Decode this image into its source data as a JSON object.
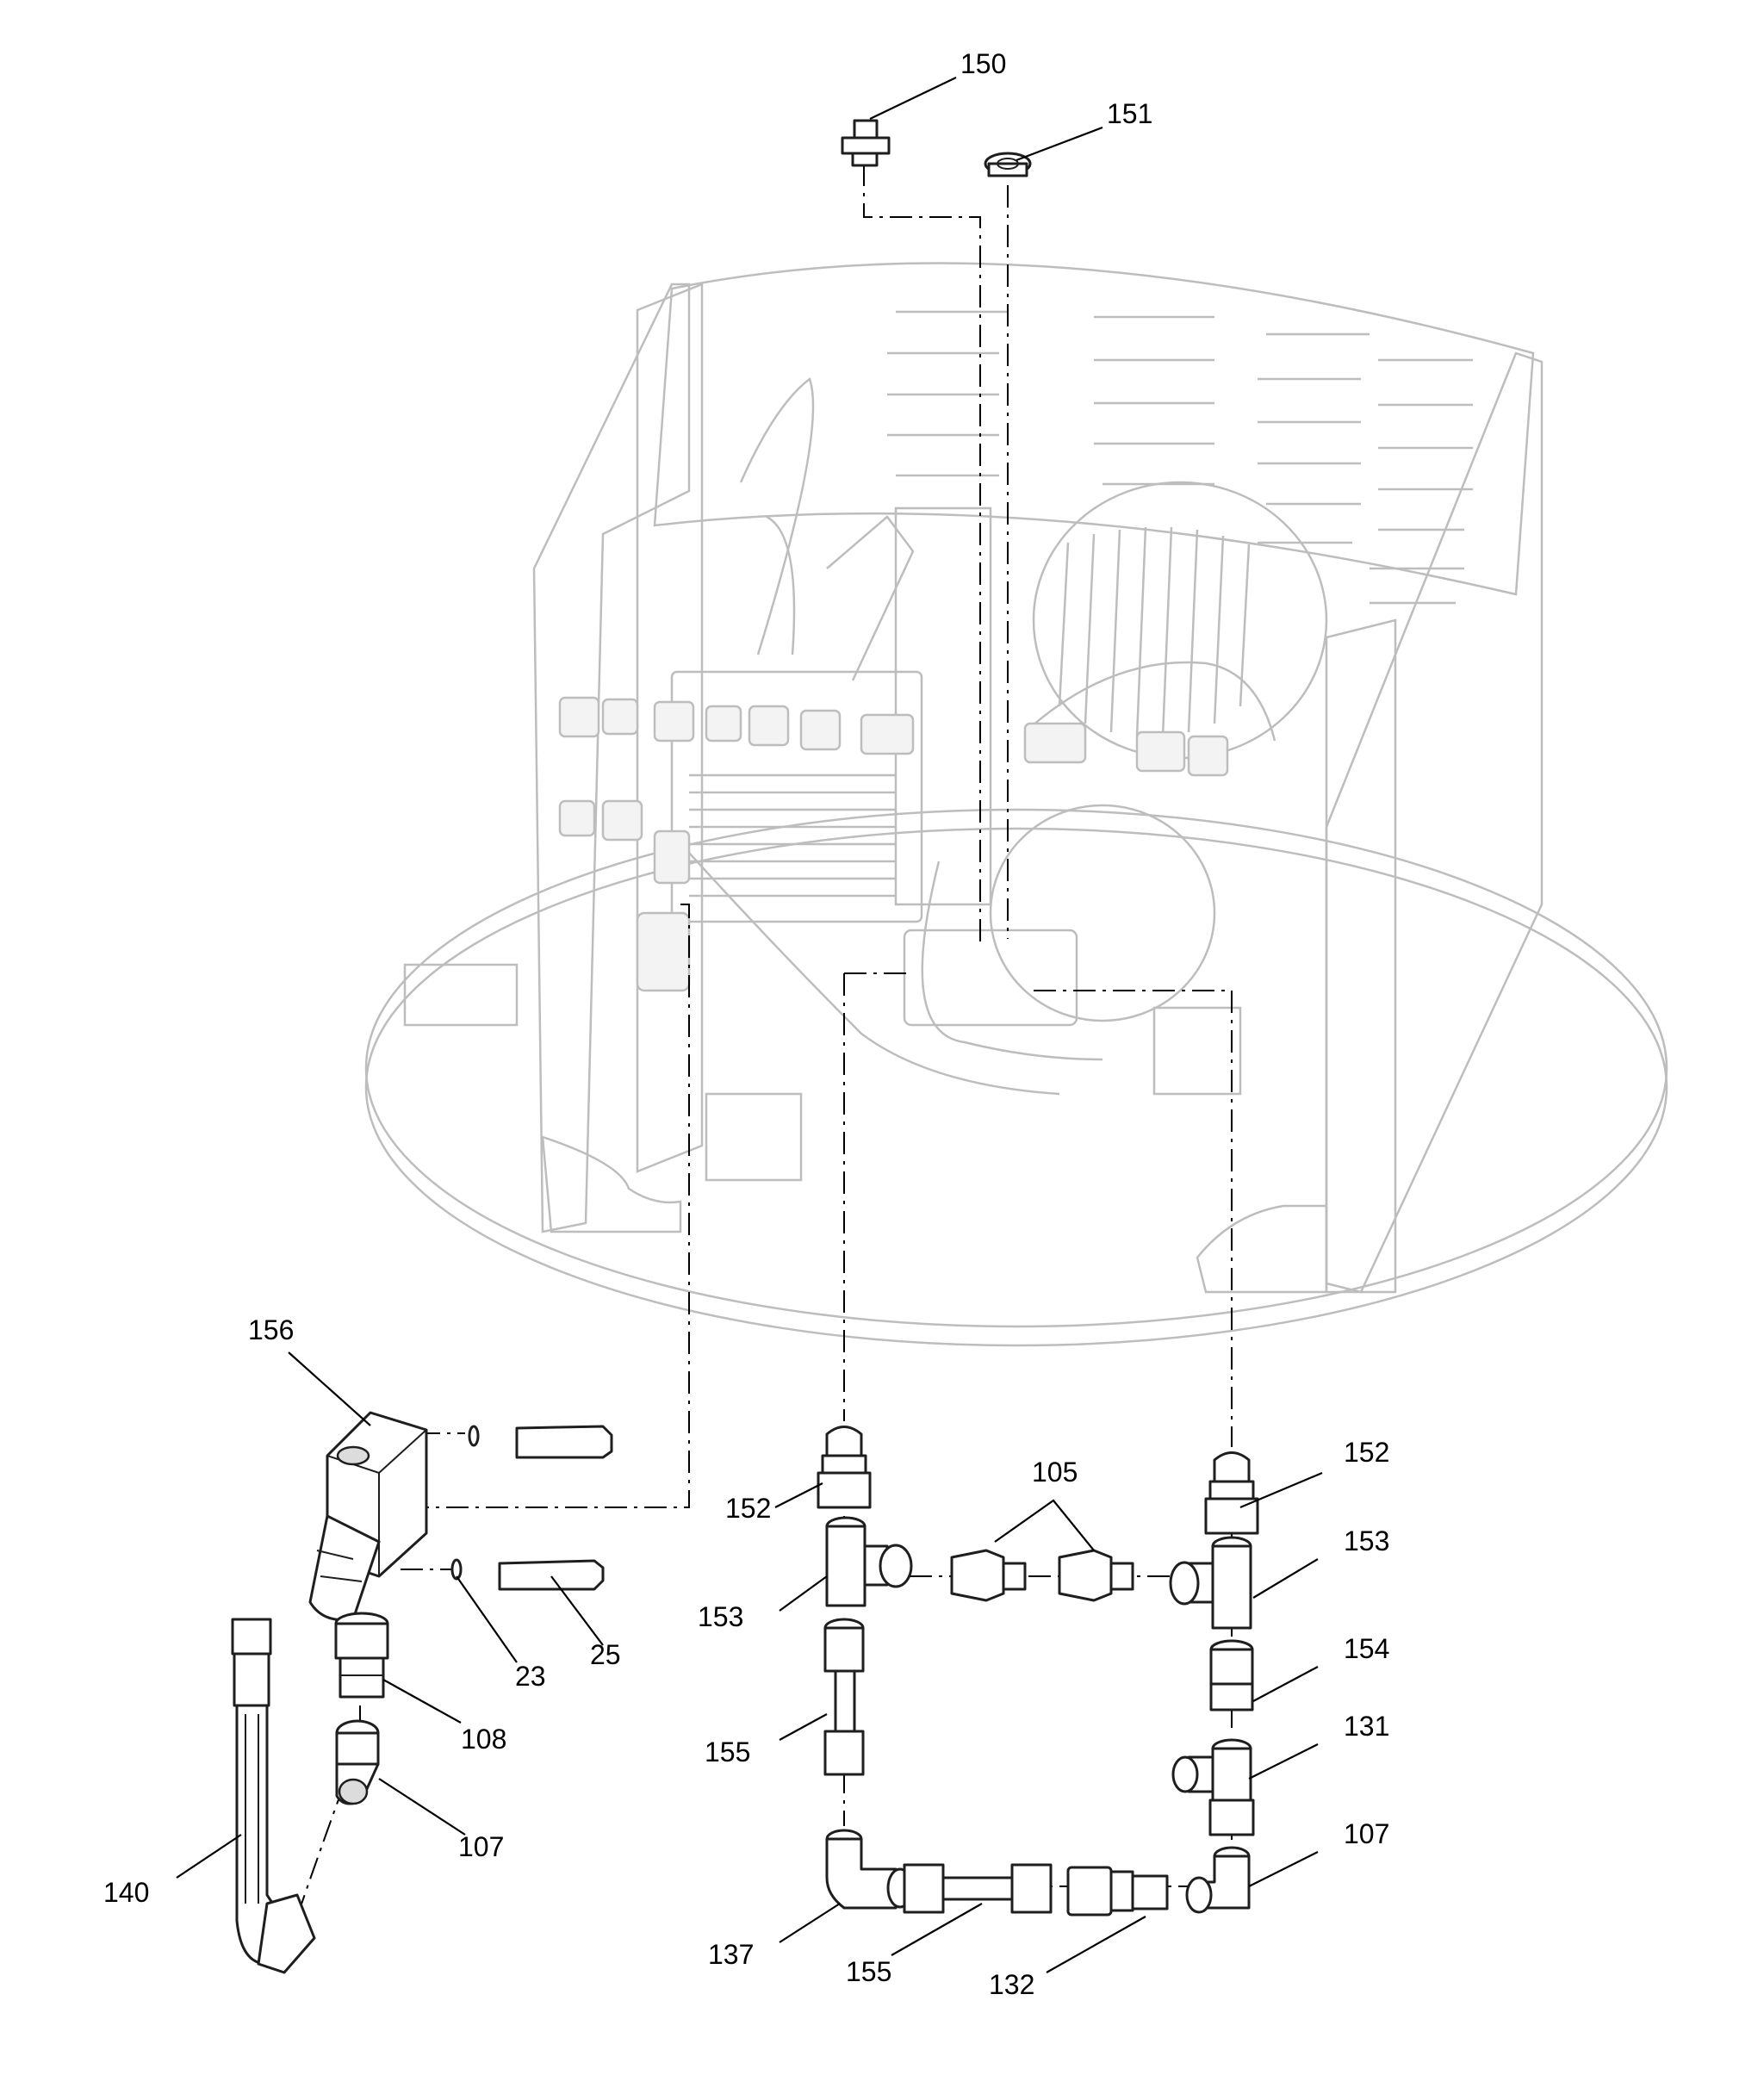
{
  "diagram": {
    "type": "exploded-parts-view",
    "callouts": {
      "c150": "150",
      "c151": "151",
      "c156": "156",
      "c152a": "152",
      "c152b": "152",
      "c105": "105",
      "c153a": "153",
      "c153b": "153",
      "c23": "23",
      "c25": "25",
      "c108": "108",
      "c154": "154",
      "c131": "131",
      "c155a": "155",
      "c107a": "107",
      "c107b": "107",
      "c140": "140",
      "c137": "137",
      "c155b": "155",
      "c132": "132"
    },
    "colors": {
      "line": "#1e1e1e",
      "ghost": "#bdbdbd",
      "background": "#ffffff"
    }
  }
}
